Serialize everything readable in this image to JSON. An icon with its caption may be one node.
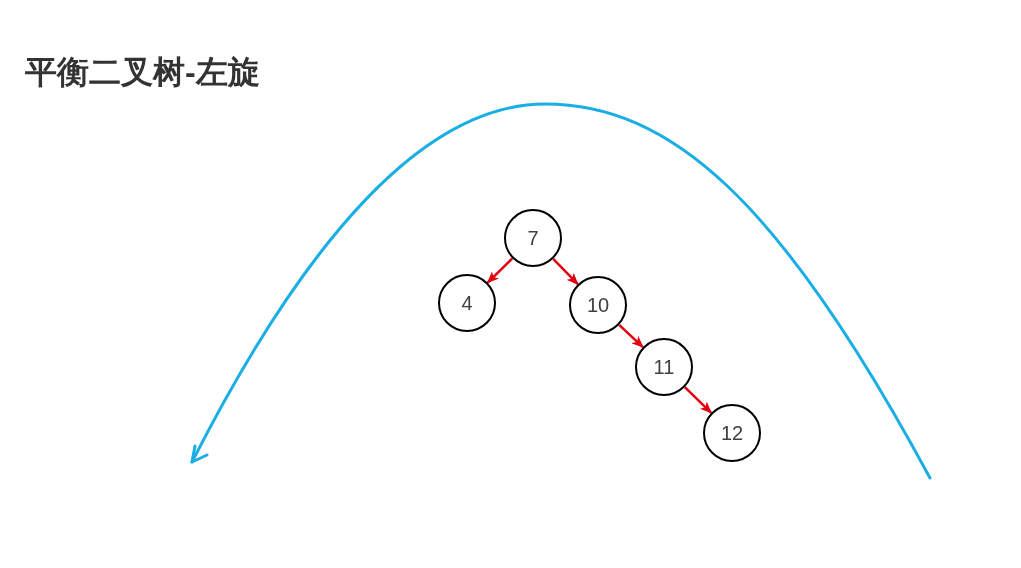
{
  "diagram": {
    "title": "平衡二叉树-左旋",
    "nodes": [
      {
        "text": [
          "7"
        ]
      },
      {
        "text": [
          "4"
        ]
      },
      {
        "text": [
          "10"
        ]
      },
      {
        "text": [
          "11"
        ]
      },
      {
        "text": [
          "12"
        ]
      }
    ],
    "edges": [
      {
        "from": 0,
        "to": 1,
        "arrow": "to"
      },
      {
        "from": 0,
        "to": 2,
        "arrow": "to"
      },
      {
        "from": 2,
        "to": 3,
        "arrow": "to"
      },
      {
        "from": 3,
        "to": 4,
        "arrow": "to"
      }
    ]
  }
}
